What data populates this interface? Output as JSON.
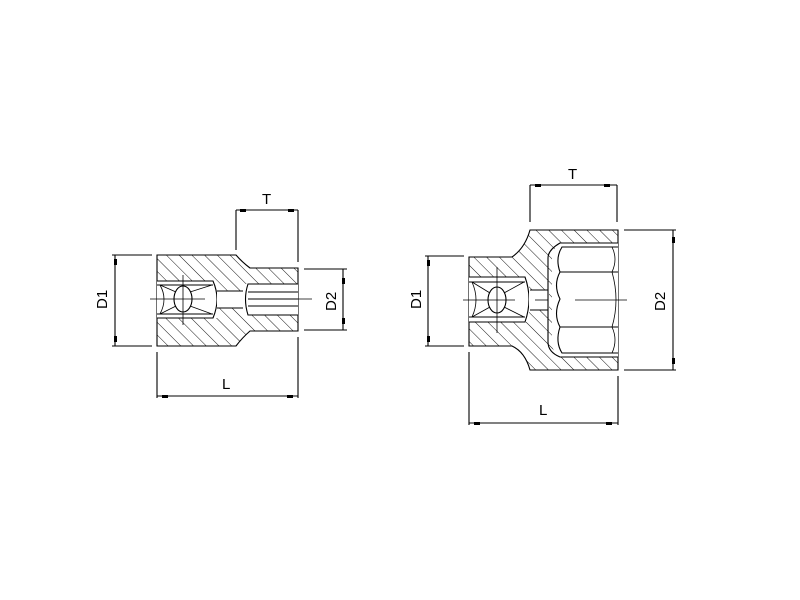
{
  "drawings": [
    {
      "name": "small-socket",
      "labels": {
        "top": "T",
        "left": "D1",
        "right": "D2",
        "bottom": "L"
      }
    },
    {
      "name": "large-socket",
      "labels": {
        "top": "T",
        "left": "D1",
        "right": "D2",
        "bottom": "L"
      }
    }
  ],
  "colors": {
    "line": "#000000",
    "background": "#ffffff"
  }
}
